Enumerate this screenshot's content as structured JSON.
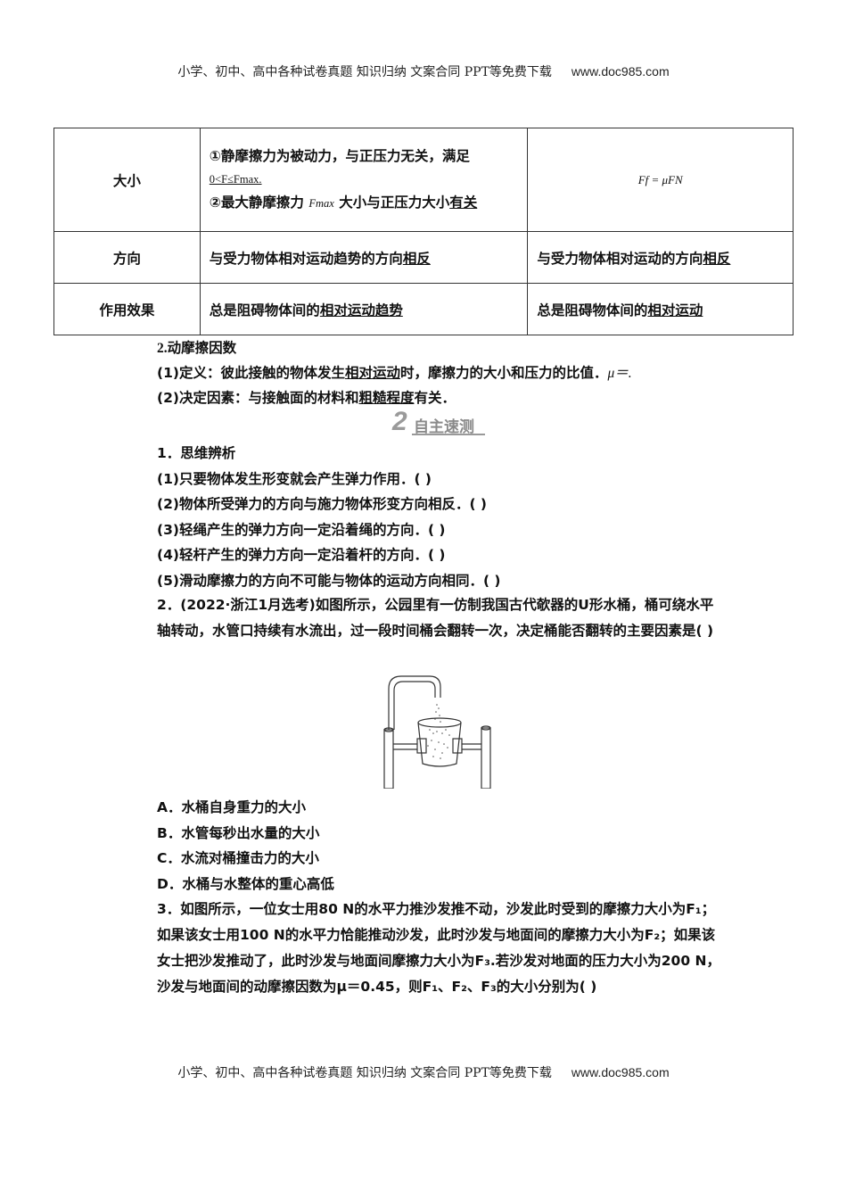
{
  "header": {
    "text": "小学、初中、高中各种试卷真题 知识归纳 文案合同 PPT等免费下载",
    "site": "www.doc985.com"
  },
  "footer": {
    "text": "小学、初中、高中各种试卷真题 知识归纳 文案合同 PPT等免费下载",
    "site": "www.doc985.com"
  },
  "table": {
    "row1": {
      "head": "大小",
      "static_l1": "①静摩擦力为被动力，与正压力无关，满足",
      "static_l2": "0<F≤Fmax.",
      "static_l3_a": "②最大静摩擦力 ",
      "static_l3_fmax": "Fmax",
      "static_l3_b": " 大小与正压力大小",
      "static_l3_c": "有关",
      "kinetic": "Ff = μFN"
    },
    "row2": {
      "head": "方向",
      "static_a": "与受力物体相对运动趋势的方向",
      "static_b": "相反",
      "kinetic_a": "与受力物体相对运动的方向",
      "kinetic_b": "相反"
    },
    "row3": {
      "head": "作用效果",
      "static_a": "总是阻碍物体间的",
      "static_b": "相对运动趋势",
      "kinetic_a": "总是阻碍物体间的",
      "kinetic_b": "相对运动"
    }
  },
  "section2": {
    "title": "2.动摩擦因数",
    "def_a": "(1)定义：彼此接触的物体发生",
    "def_b": "相对运动",
    "def_c": "时，摩擦力的大小和压力的比值．",
    "def_d": "μ＝.",
    "factor_a": "(2)决定因素：与接触面的材料和",
    "factor_b": "粗糙程度",
    "factor_c": "有关．"
  },
  "badge": {
    "num": "2",
    "label": "自主速测"
  },
  "q1": {
    "title": "1．思维辨析",
    "items": [
      "(1)只要物体发生形变就会产生弹力作用．(    )",
      "(2)物体所受弹力的方向与施力物体形变方向相反．(    )",
      "(3)轻绳产生的弹力方向一定沿着绳的方向．(    )",
      "(4)轻杆产生的弹力方向一定沿着杆的方向．(    )",
      "(5)滑动摩擦力的方向不可能与物体的运动方向相同．(    )"
    ]
  },
  "q2": {
    "stem": "2．(2022·浙江1月选考)如图所示，公园里有一仿制我国古代欹器的U形水桶，桶可绕水平轴转动，水管口持续有水流出，过一段时间桶会翻转一次，决定桶能否翻转的主要因素是(        )",
    "options": [
      "A．水桶自身重力的大小",
      "B．水管每秒出水量的大小",
      "C．水流对桶撞击力的大小",
      "D．水桶与水整体的重心高低"
    ]
  },
  "q3": {
    "stem": "3．如图所示，一位女士用80 N的水平力推沙发推不动，沙发此时受到的摩擦力大小为F₁；如果该女士用100 N的水平力恰能推动沙发，此时沙发与地面间的摩擦力大小为F₂；如果该女士把沙发推动了，此时沙发与地面间摩擦力大小为F₃.若沙发对地面的压力大小为200 N，沙发与地面间的动摩擦因数为μ＝0.45，则F₁、F₂、F₃的大小分别为(        )"
  }
}
